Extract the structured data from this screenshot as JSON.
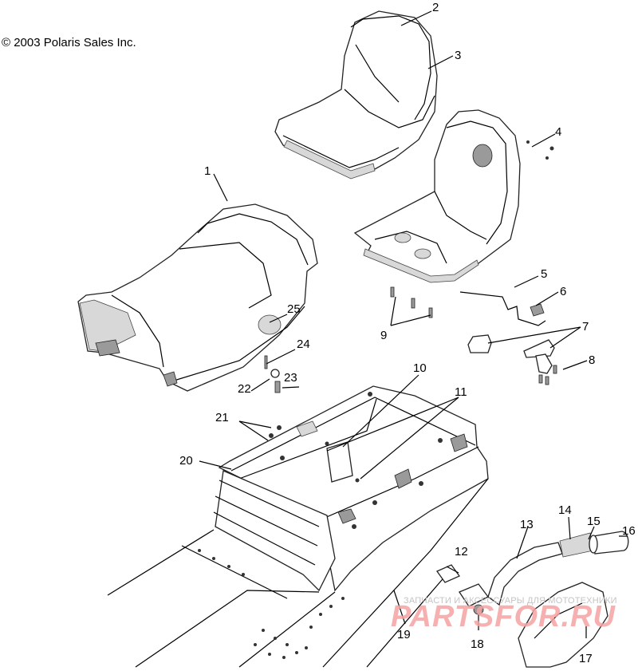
{
  "diagram": {
    "copyright": "© 2003 Polaris Sales Inc.",
    "watermark_small": "ЗАПЧАСТИ И АКСЕССУАРЫ ДЛЯ МОТОТЕХНИКИ",
    "watermark_big": "PARTSFOR.RU",
    "callouts": [
      {
        "id": "c1",
        "label": "1"
      },
      {
        "id": "c2",
        "label": "2"
      },
      {
        "id": "c3",
        "label": "3"
      },
      {
        "id": "c4",
        "label": "4"
      },
      {
        "id": "c5",
        "label": "5"
      },
      {
        "id": "c6",
        "label": "6"
      },
      {
        "id": "c7",
        "label": "7"
      },
      {
        "id": "c8",
        "label": "8"
      },
      {
        "id": "c9",
        "label": "9"
      },
      {
        "id": "c10",
        "label": "10"
      },
      {
        "id": "c11",
        "label": "11"
      },
      {
        "id": "c12",
        "label": "12"
      },
      {
        "id": "c13",
        "label": "13"
      },
      {
        "id": "c14",
        "label": "14"
      },
      {
        "id": "c15",
        "label": "15"
      },
      {
        "id": "c16",
        "label": "16"
      },
      {
        "id": "c17",
        "label": "17"
      },
      {
        "id": "c18",
        "label": "18"
      },
      {
        "id": "c19",
        "label": "19"
      },
      {
        "id": "c20",
        "label": "20"
      },
      {
        "id": "c21",
        "label": "21"
      },
      {
        "id": "c22",
        "label": "22"
      },
      {
        "id": "c23",
        "label": "23"
      },
      {
        "id": "c24",
        "label": "24"
      },
      {
        "id": "c25",
        "label": "25"
      }
    ]
  }
}
